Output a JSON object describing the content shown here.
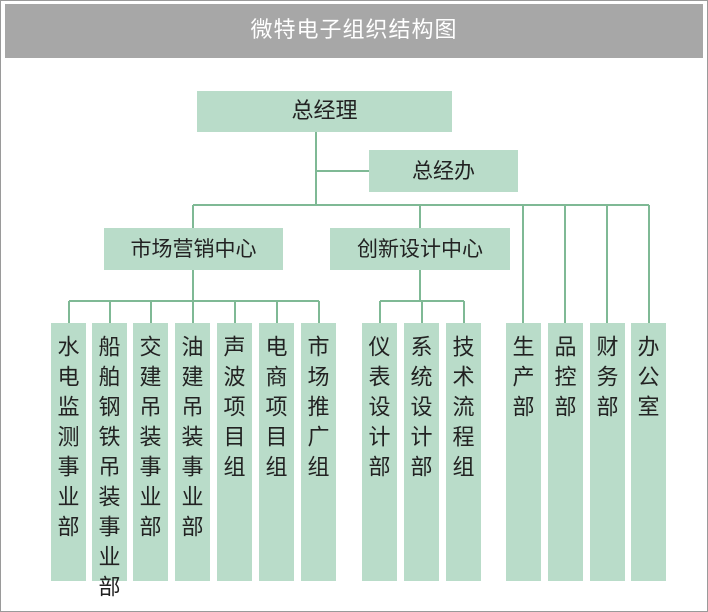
{
  "title": "微特电子组织结构图",
  "colors": {
    "node_fill": "#b9dcc9",
    "line": "#7fb995",
    "title_bar": "#a7a7a7",
    "title_text": "#ffffff",
    "node_text": "#222222"
  },
  "nodes": {
    "gm": "总经理",
    "office": "总经办",
    "marketing": "市场营销中心",
    "innovation": "创新设计中心",
    "hydro": "水电监测事业部",
    "ship": "船舶钢铁吊装事业部",
    "traffic": "交建吊装事业部",
    "oil": "油建吊装事业部",
    "sonar": "声波项目组",
    "ecommerce": "电商项目组",
    "promotion": "市场推广组",
    "instrument": "仪表设计部",
    "system": "系统设计部",
    "tech": "技术流程组",
    "production": "生产部",
    "quality": "品控部",
    "finance": "财务部",
    "admin": "办公室"
  }
}
